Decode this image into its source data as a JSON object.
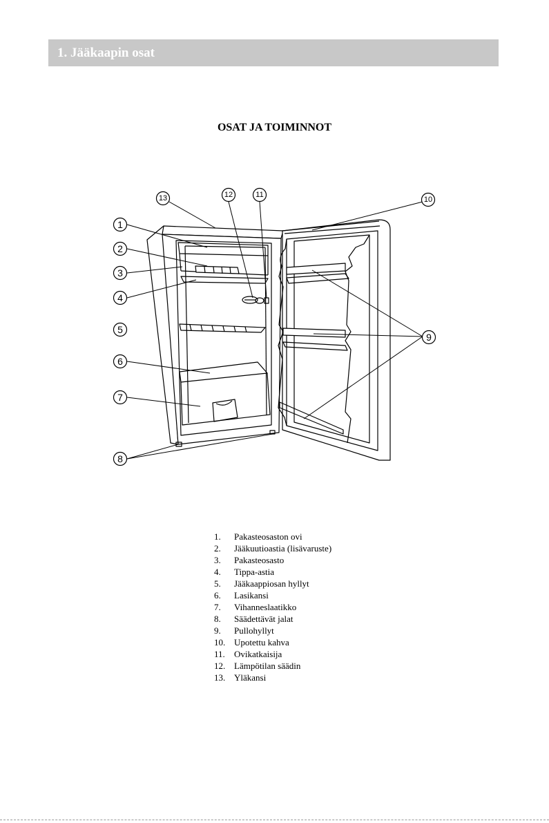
{
  "section": {
    "title": "1. Jääkaapin osat"
  },
  "subtitle": "OSAT JA TOIMINNOT",
  "callouts": {
    "c1": "1",
    "c2": "2",
    "c3": "3",
    "c4": "4",
    "c5": "5",
    "c6": "6",
    "c7": "7",
    "c8": "8",
    "c9": "9",
    "c10": "10",
    "c11": "11",
    "c12": "12",
    "c13": "13"
  },
  "parts": [
    {
      "num": "1.",
      "label": "Pakasteosaston ovi"
    },
    {
      "num": "2.",
      "label": "Jääkuutioastia (lisävaruste)"
    },
    {
      "num": "3.",
      "label": "Pakasteosasto"
    },
    {
      "num": "4.",
      "label": "Tippa-astia"
    },
    {
      "num": "5.",
      "label": "Jääkaappiosan hyllyt"
    },
    {
      "num": "6.",
      "label": "Lasikansi"
    },
    {
      "num": "7.",
      "label": "Vihanneslaatikko"
    },
    {
      "num": "8.",
      "label": "Säädettävät jalat"
    },
    {
      "num": "9.",
      "label": "Pullohyllyt"
    },
    {
      "num": "10.",
      "label": "Upotettu kahva"
    },
    {
      "num": "11.",
      "label": "Ovikatkaisija"
    },
    {
      "num": "12.",
      "label": "Lämpötilan säädin"
    },
    {
      "num": "13.",
      "label": "Yläkansi"
    }
  ]
}
